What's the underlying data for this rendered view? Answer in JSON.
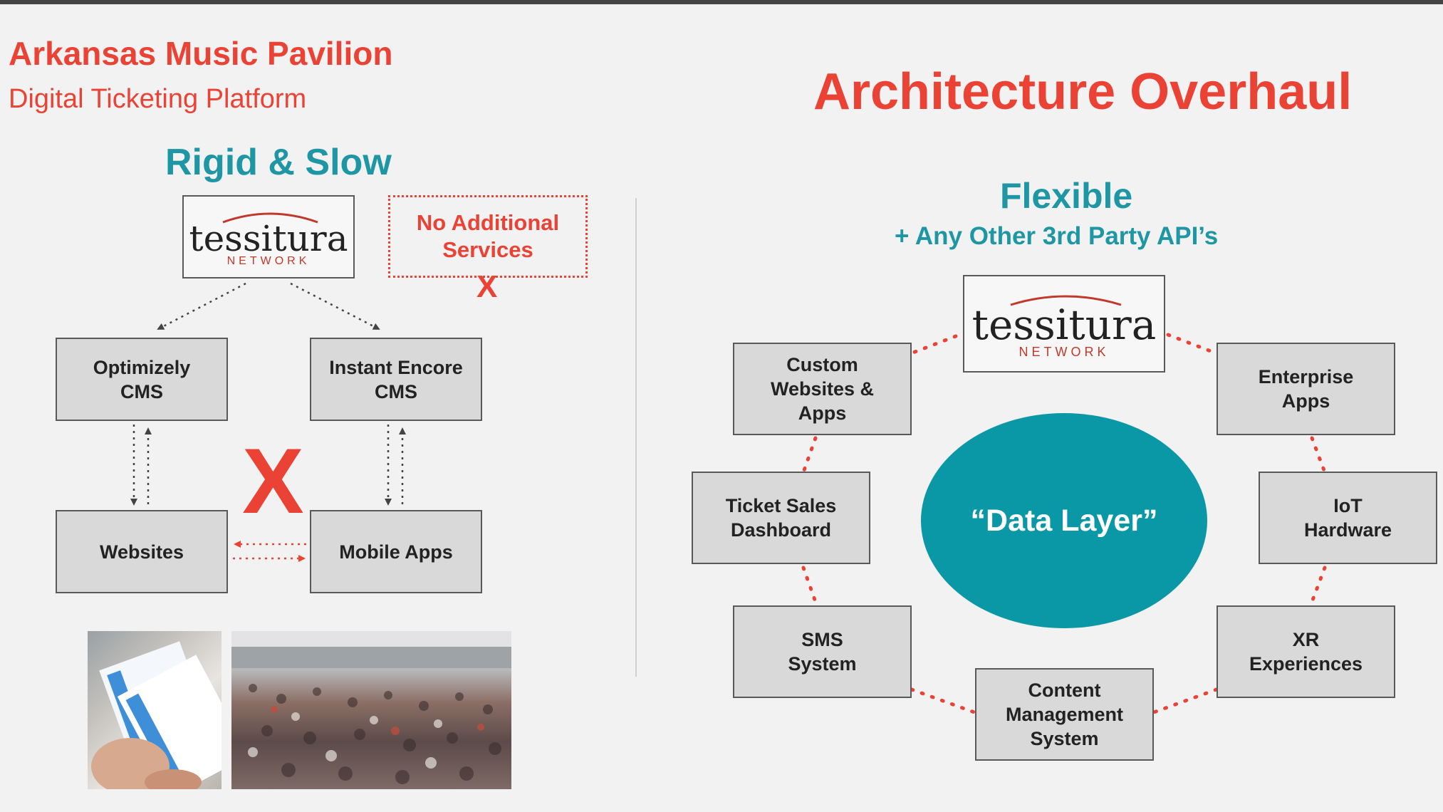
{
  "header": {
    "venue": "Arkansas Music Pavilion",
    "platform": "Digital Ticketing Platform",
    "overhaul_title": "Architecture Overhaul"
  },
  "left": {
    "heading": "Rigid & Slow",
    "logo_word": "tessitura",
    "logo_sub": "NETWORK",
    "no_services": "No Additional\nServices",
    "x_mark_small": "X",
    "x_mark_big": "X",
    "nodes": {
      "optimizely": "Optimizely\nCMS",
      "instant_encore": "Instant Encore\nCMS",
      "websites": "Websites",
      "mobile_apps": "Mobile Apps"
    }
  },
  "right": {
    "heading": "Flexible",
    "subheading": "+ Any Other 3rd Party API’s",
    "logo_word": "tessitura",
    "logo_sub": "NETWORK",
    "center": "“Data Layer”",
    "nodes": {
      "custom": "Custom\nWebsites &\nApps",
      "enterprise": "Enterprise\nApps",
      "ticket_sales": "Ticket Sales\nDashboard",
      "iot": "IoT\nHardware",
      "sms": "SMS\nSystem",
      "xr": "XR\nExperiences",
      "cms": "Content\nManagement\nSystem"
    }
  },
  "colors": {
    "accent_red": "#ea4335",
    "accent_teal": "#1e96a3",
    "data_layer": "#0a97a6",
    "box_fill": "#d9d9d9"
  }
}
